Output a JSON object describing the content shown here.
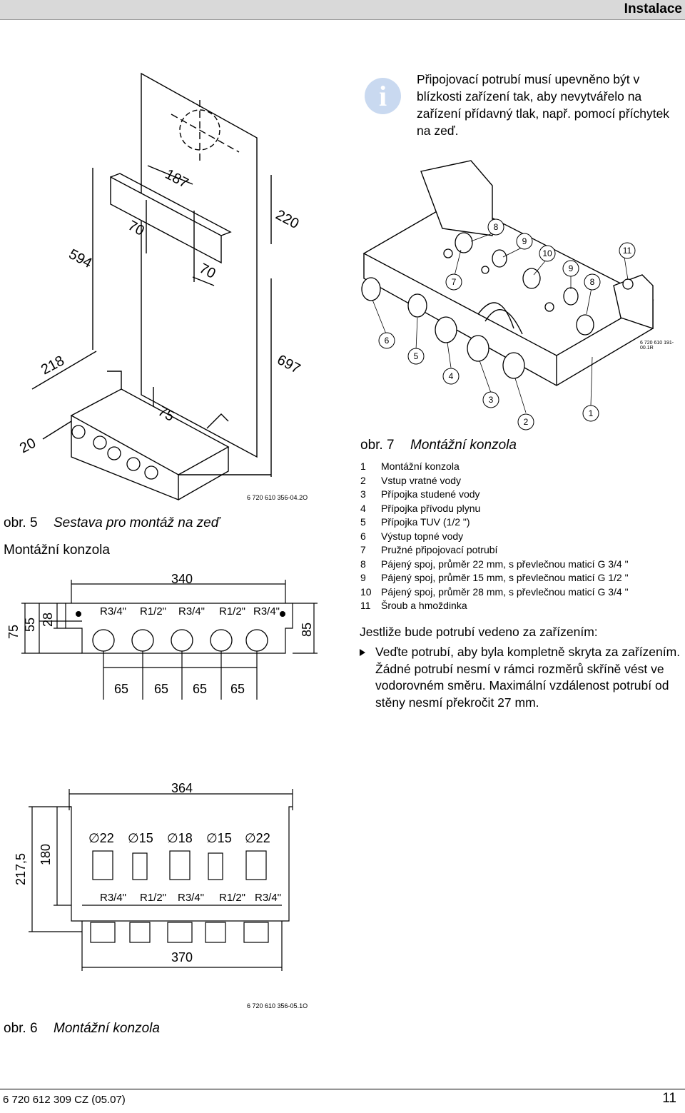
{
  "header": {
    "title": "Instalace"
  },
  "note": {
    "text": "Připojovací potrubí musí upevněno být v blízkosti zařízení tak, aby nevytvářelo na zařízení přídavný tlak, např. pomocí příchytek na zeď."
  },
  "fig5": {
    "number": "obr. 5",
    "title": "Sestava pro montáž na zeď",
    "code": "6 720 610 356-04.2O",
    "dims": [
      "187",
      "70",
      "220",
      "594",
      "70",
      "697",
      "218",
      "75",
      "20"
    ]
  },
  "subheading": "Montážní konzola",
  "bracket_front": {
    "width": "340",
    "heights": [
      "75",
      "55",
      "28"
    ],
    "right": "85",
    "threads": [
      "R3/4\"",
      "R1/2\"",
      "R3/4\"",
      "R1/2\"",
      "R3/4\""
    ],
    "spacings": [
      "65",
      "65",
      "65",
      "65"
    ]
  },
  "fig7": {
    "number": "obr. 7",
    "title": "Montážní konzola",
    "code": "6 720 610 191-00.1R",
    "callouts": [
      "8",
      "9",
      "10",
      "11",
      "9",
      "8",
      "7",
      "6",
      "5",
      "4",
      "3",
      "2",
      "1"
    ]
  },
  "legend": [
    {
      "n": "1",
      "text": "Montážní konzola"
    },
    {
      "n": "2",
      "text": "Vstup vratné vody"
    },
    {
      "n": "3",
      "text": "Přípojka studené vody"
    },
    {
      "n": "4",
      "text": "Přípojka přívodu plynu"
    },
    {
      "n": "5",
      "text": "Přípojka TUV (1/2 \")"
    },
    {
      "n": "6",
      "text": "Výstup topné vody"
    },
    {
      "n": "7",
      "text": "Pružné připojovací potrubí"
    },
    {
      "n": "8",
      "text": "Pájený spoj, průměr 22 mm, s převlečnou maticí G 3/4 \""
    },
    {
      "n": "9",
      "text": "Pájený spoj, průměr 15 mm, s převlečnou maticí G 1/2 \""
    },
    {
      "n": "10",
      "text": "Pájený spoj, průměr 28 mm, s převlečnou maticí G 3/4 \""
    },
    {
      "n": "11",
      "text": "Šroub a hmoždinka"
    }
  ],
  "instructions": {
    "intro": "Jestliže bude potrubí vedeno za zařízením:",
    "bullet": "Veďte potrubí, aby byla kompletně skryta za zařízením. Žádné potrubí nesmí v rámci rozměrů skříně vést ve vodorovném směru. Maximální vzdálenost potrubí od stěny nesmí překročit 27 mm."
  },
  "fig6": {
    "number": "obr. 6",
    "title": "Montážní konzola",
    "code": "6 720 610 356-05.1O",
    "top_width": "364",
    "bottom_width": "370",
    "heights": [
      "217,5",
      "180"
    ],
    "diameters": [
      "∅22",
      "∅15",
      "∅18",
      "∅15",
      "∅22"
    ],
    "threads": [
      "R3/4\"",
      "R1/2\"",
      "R3/4\"",
      "R1/2\"",
      "R3/4\""
    ]
  },
  "footer": {
    "doc": "6 720 612 309 CZ (05.07)",
    "page": "11"
  }
}
